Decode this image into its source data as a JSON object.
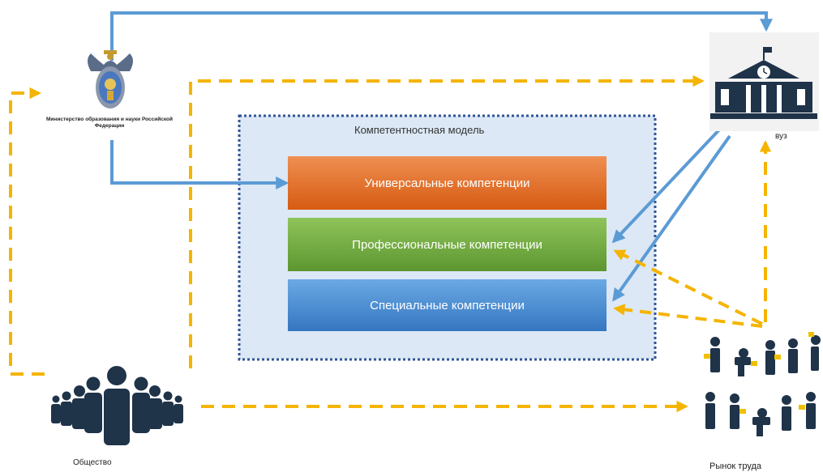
{
  "nodes": {
    "ministry": {
      "label": "Министерство образования и науки Российской Федерации"
    },
    "university": {
      "label": "вуз"
    },
    "society": {
      "label": "Общество"
    },
    "labor_market": {
      "label": "Рынок труда"
    }
  },
  "model": {
    "title": "Компетентностная модель",
    "competencies": [
      {
        "label": "Универсальные компетенции"
      },
      {
        "label": "Профессиональные компетенции"
      },
      {
        "label": "Специальные компетенции"
      }
    ]
  },
  "colors": {
    "blue_arrow": "#5b9bd5",
    "orange_dashed_arrow": "#f5b400",
    "model_border": "#2f5597",
    "model_fill": "#dce8f5",
    "universal": "#e8702a",
    "professional": "#70ad47",
    "special": "#4a8bd4",
    "icon_dark": "#1f3349"
  }
}
